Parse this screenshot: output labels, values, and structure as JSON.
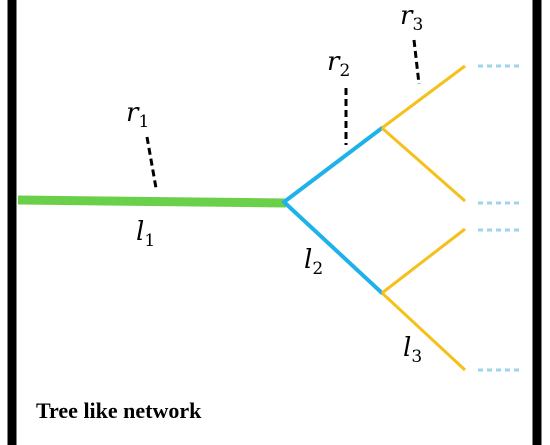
{
  "caption": "Tree like network",
  "labels": {
    "r1": {
      "symbol": "r",
      "sub": "1"
    },
    "r2": {
      "symbol": "r",
      "sub": "2"
    },
    "r3": {
      "symbol": "r",
      "sub": "3"
    },
    "l1": {
      "symbol": "l",
      "sub": "1"
    },
    "l2": {
      "symbol": "l",
      "sub": "2"
    },
    "l3": {
      "symbol": "l",
      "sub": "3"
    }
  },
  "colors": {
    "wall": "#000000",
    "level1": "#6ad04a",
    "level2": "#1fb2ea",
    "level3": "#f5c01a",
    "continuation": "#9fd3ec",
    "radius_marker": "#000000"
  }
}
